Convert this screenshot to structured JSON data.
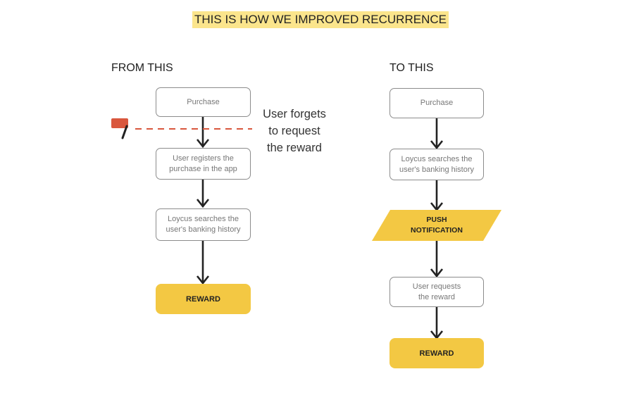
{
  "title": "THIS IS HOW WE IMPROVED RECURRENCE",
  "colors": {
    "highlight": "#fbe58c",
    "reward_fill": "#f3c843",
    "cut_line": "#d9573d",
    "box_border": "#8c8c8c"
  },
  "left": {
    "heading": "FROM THIS",
    "steps": [
      "Purchase",
      "User registers the\npurchase in the app",
      "Loycus searches the\nuser's banking history"
    ],
    "reward": "REWARD",
    "annotation": "User forgets\nto request\nthe reward",
    "icon": "scissors-icon"
  },
  "right": {
    "heading": "TO THIS",
    "steps": [
      "Purchase",
      "Loycus searches the\nuser's banking history"
    ],
    "push": "PUSH\nNOTIFICATION",
    "after_push": "User requests\nthe reward",
    "reward": "REWARD"
  }
}
